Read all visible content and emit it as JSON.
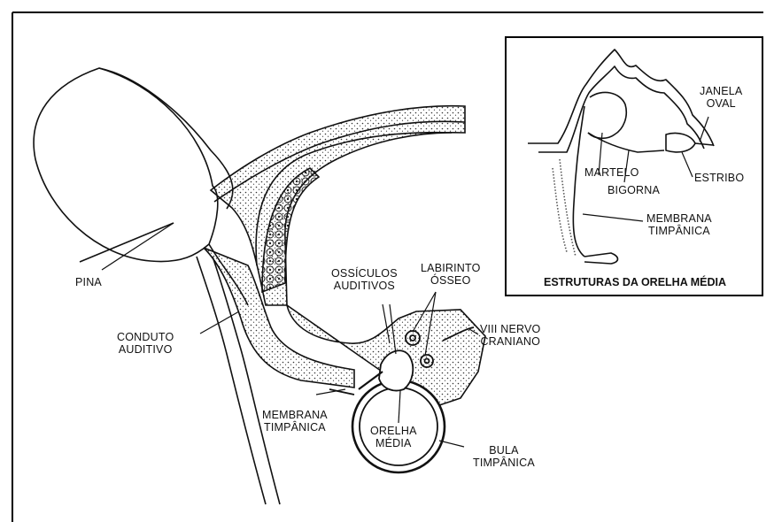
{
  "main_diagram": {
    "labels": {
      "pina": "PINA",
      "conduto_auditivo": [
        "CONDUTO",
        "AUDITIVO"
      ],
      "ossiculos_auditivos": [
        "OSSÍCULOS",
        "AUDITIVOS"
      ],
      "labirinto_osseo": [
        "LABIRINTO",
        "ÓSSEO"
      ],
      "viii_nervo_craniano": [
        "VIII NERVO",
        "CRANIANO"
      ],
      "membrana_timpanica": [
        "MEMBRANA",
        "TIMPÂNICA"
      ],
      "orelha_media": [
        "ORELHA",
        "MÉDIA"
      ],
      "bula_timpanica": [
        "BULA",
        "TIMPÂNICA"
      ]
    }
  },
  "inset": {
    "title": "ESTRUTURAS DA ORELHA MÉDIA",
    "labels": {
      "janela_oval": [
        "JANELA",
        "OVAL"
      ],
      "martelo": "MARTELO",
      "bigorna": "BIGORNA",
      "estribo": "ESTRIBO",
      "membrana_timpanica": [
        "MEMBRANA",
        "TIMPÂNICA"
      ]
    }
  },
  "colors": {
    "ink": "#111111",
    "background": "#ffffff",
    "frame": "#000000"
  }
}
